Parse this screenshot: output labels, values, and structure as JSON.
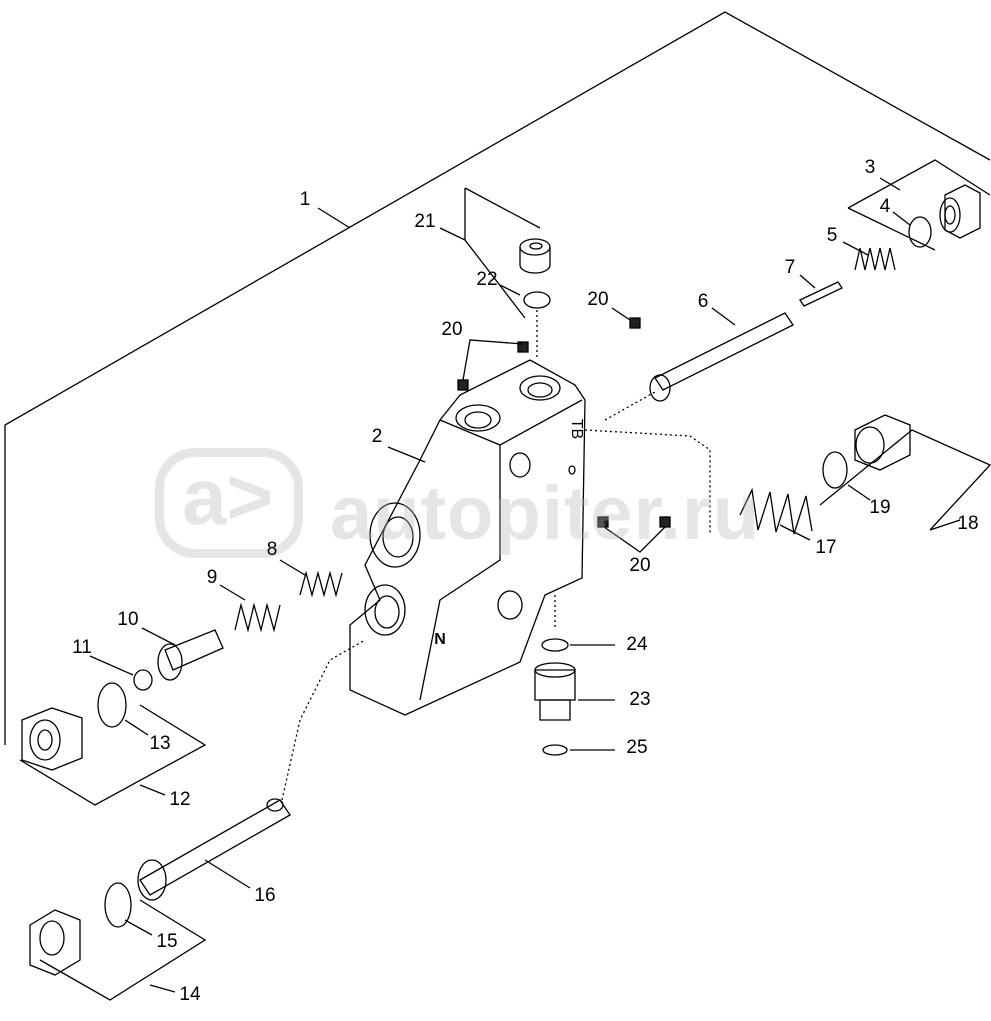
{
  "diagram": {
    "watermark": {
      "logo": "a>",
      "text": "autopiter.ru"
    },
    "callouts": {
      "c1": "1",
      "c2": "2",
      "c3": "3",
      "c4": "4",
      "c5": "5",
      "c6": "6",
      "c7": "7",
      "c8": "8",
      "c9": "9",
      "c10": "10",
      "c11": "11",
      "c12": "12",
      "c13": "13",
      "c14": "14",
      "c15": "15",
      "c16": "16",
      "c17": "17",
      "c18": "18",
      "c19": "19",
      "c20a": "20",
      "c20b": "20",
      "c20c": "20",
      "c21": "21",
      "c22": "22",
      "c23": "23",
      "c24": "24",
      "c25": "25"
    },
    "body_marks": {
      "tb": "TB",
      "n": "N"
    }
  }
}
